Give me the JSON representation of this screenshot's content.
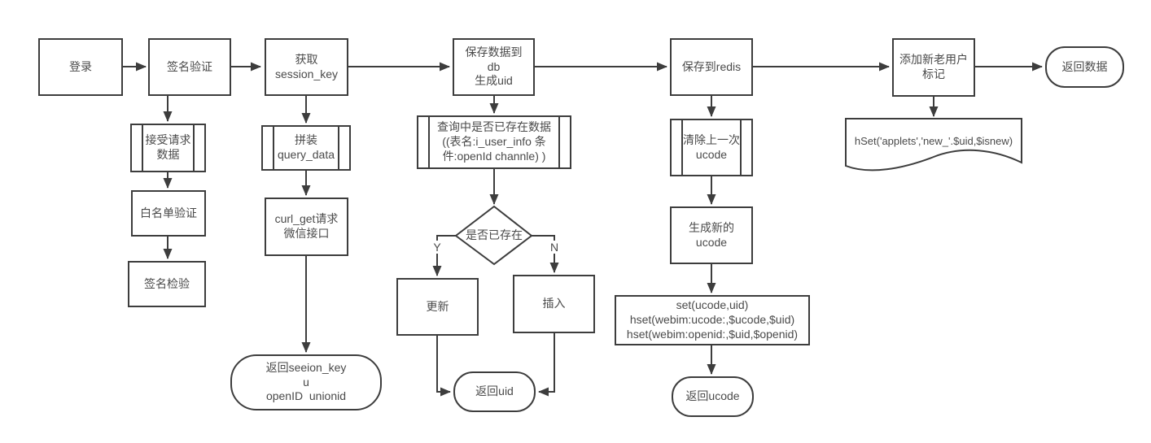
{
  "colors": {
    "background": "#ffffff",
    "stroke": "#3d3d3d",
    "text": "#4a4a4a"
  },
  "nodes": {
    "login": {
      "label": "登录"
    },
    "sign_verify": {
      "label": "签名验证"
    },
    "get_session_key": {
      "label": "获取\nsession_key"
    },
    "accept_request": {
      "label": "接受请求\n数据"
    },
    "whitelist_verify": {
      "label": "白名单验证"
    },
    "sign_check": {
      "label": "签名检验"
    },
    "assemble_query": {
      "label": "拼装\nquery_data"
    },
    "curl_get": {
      "label": "curl_get请求\n微信接口"
    },
    "return_session_key": {
      "label": "返回seeion_key\nu\nopenID  unionid"
    },
    "save_db": {
      "label": "保存数据到\ndb\n生成uid"
    },
    "query_exists": {
      "label": "查询中是否已存在数据\n((表名:i_user_info 条\n件:openId channle) )"
    },
    "exists_decision": {
      "label": "是否已存在"
    },
    "update": {
      "label": "更新"
    },
    "insert": {
      "label": "插入"
    },
    "return_uid": {
      "label": "返回uid"
    },
    "save_redis": {
      "label": "保存到redis"
    },
    "clear_ucode": {
      "label": "清除上一次\nucode"
    },
    "gen_ucode": {
      "label": "生成新的\nucode"
    },
    "redis_sets": {
      "label": "set(ucode,uid)\nhset(webim:ucode:,$ucode,$uid)\nhset(webim:openid:,$uid,$openid)"
    },
    "return_ucode": {
      "label": "返回ucode"
    },
    "add_user_flag": {
      "label": "添加新老用户\n标记"
    },
    "return_data": {
      "label": "返回数据"
    },
    "hset_doc": {
      "label": "hSet('applets','new_'.$uid,$isnew)"
    }
  },
  "branch_labels": {
    "yes": "Y",
    "no": "N"
  }
}
